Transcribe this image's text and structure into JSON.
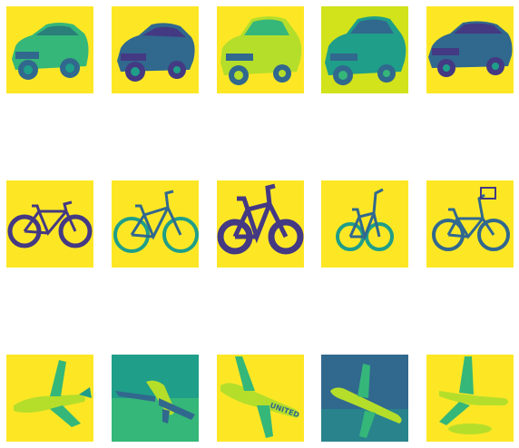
{
  "figure": {
    "colormap": "viridis",
    "colors": {
      "yellow": "#fde725",
      "lime": "#b5de2b",
      "green": "#35b779",
      "teal": "#1f9e89",
      "blue": "#31688e",
      "indigo": "#443983",
      "purple": "#440154"
    },
    "rows": [
      {
        "category": "car",
        "images": [
          {
            "subject": "car",
            "icon": "car-icon",
            "background": "yellow",
            "body": "green"
          },
          {
            "subject": "car",
            "icon": "car-icon",
            "background": "yellow",
            "body": "blue"
          },
          {
            "subject": "car",
            "icon": "car-icon",
            "background": "yellow",
            "body": "lime"
          },
          {
            "subject": "car",
            "icon": "car-icon",
            "background": "lime",
            "body": "teal"
          },
          {
            "subject": "car",
            "icon": "car-icon",
            "background": "yellow",
            "body": "blue"
          }
        ]
      },
      {
        "category": "bicycle",
        "images": [
          {
            "subject": "bicycle",
            "icon": "bicycle-icon",
            "background": "yellow",
            "body": "indigo"
          },
          {
            "subject": "bicycle",
            "icon": "bicycle-icon",
            "background": "yellow",
            "body": "teal"
          },
          {
            "subject": "bicycle",
            "icon": "bicycle-icon",
            "background": "yellow",
            "body": "indigo"
          },
          {
            "subject": "bicycle",
            "icon": "bicycle-icon",
            "background": "yellow",
            "body": "teal"
          },
          {
            "subject": "bicycle",
            "icon": "bicycle-icon",
            "background": "yellow",
            "body": "teal"
          }
        ]
      },
      {
        "category": "airplane",
        "images": [
          {
            "subject": "airplane",
            "icon": "airplane-icon",
            "background": "yellow",
            "body": "lime"
          },
          {
            "subject": "airplane",
            "icon": "airplane-icon",
            "background": "teal",
            "body": "blue"
          },
          {
            "subject": "airplane",
            "icon": "airplane-icon",
            "background": "yellow",
            "body": "lime",
            "lettering": "UNITED"
          },
          {
            "subject": "airplane",
            "icon": "airplane-icon",
            "background": "blue",
            "body": "lime"
          },
          {
            "subject": "airplane",
            "icon": "airplane-icon",
            "background": "yellow",
            "body": "lime"
          }
        ]
      }
    ]
  }
}
